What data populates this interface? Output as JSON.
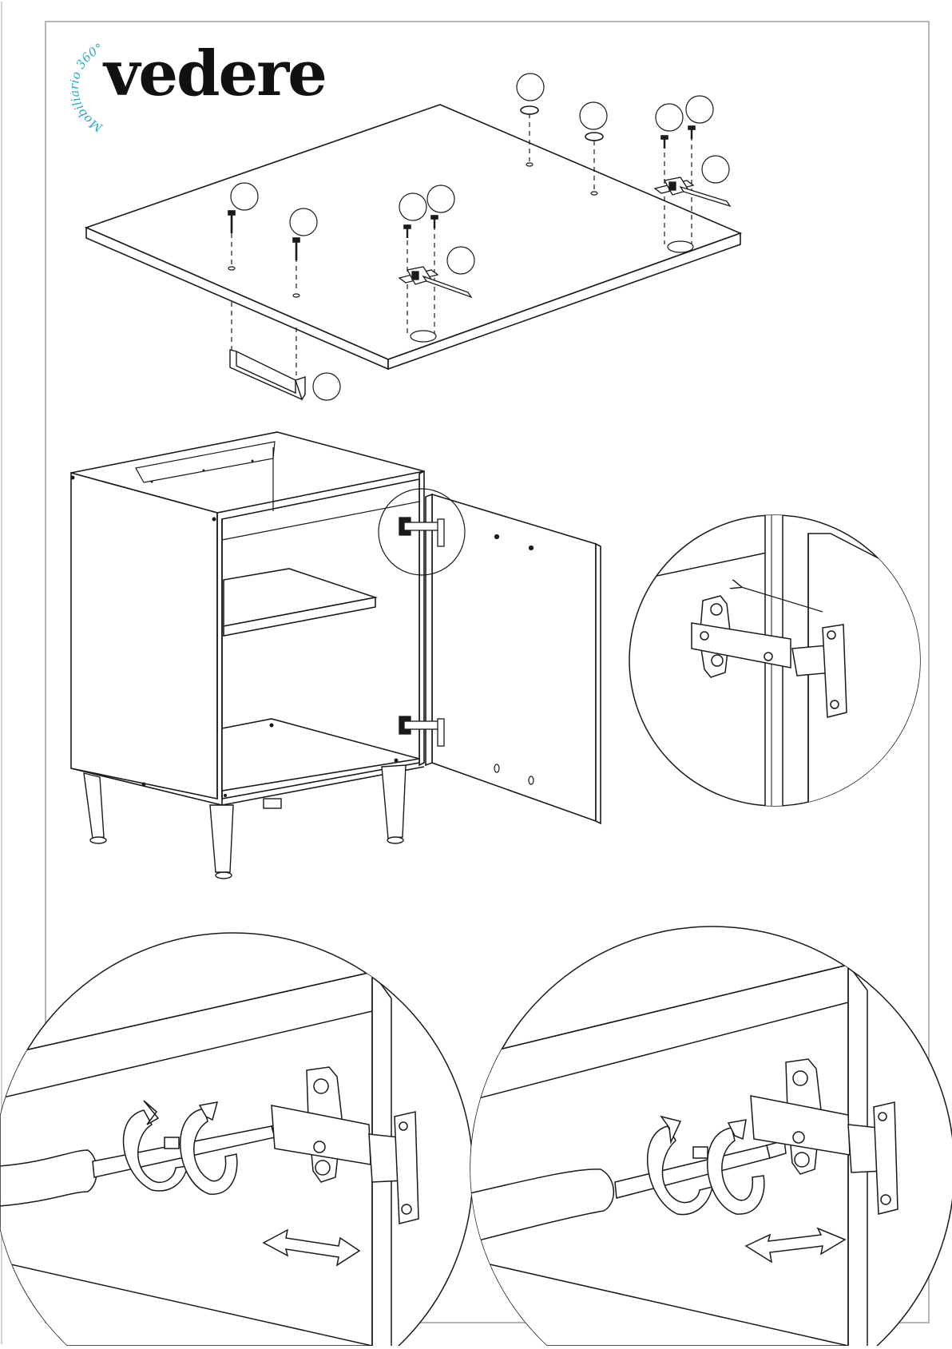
{
  "brand": {
    "name": "vedere",
    "tagline": "Mobiliário 360°",
    "accent_color": "#2aa8c8"
  },
  "illustration": {
    "panels": [
      {
        "name": "top-panel-assembly",
        "parts": [
          "foot-rail-bracket",
          "screws",
          "hinge-plates",
          "cap-discs",
          "hinge-cups"
        ]
      },
      {
        "name": "cabinet-with-open-door",
        "parts": [
          "cabinet-body",
          "shelf",
          "door",
          "two-hinges",
          "four-legs"
        ]
      },
      {
        "name": "hinge-detail-zoom"
      },
      {
        "name": "hinge-adjust-left",
        "parts": [
          "screwdriver",
          "rotate-arrows",
          "double-arrow"
        ]
      },
      {
        "name": "hinge-adjust-right",
        "parts": [
          "screwdriver",
          "rotate-arrows",
          "double-arrow"
        ]
      }
    ],
    "line_color": "#1a1a1a",
    "frame_color": "#b5b5b5"
  }
}
